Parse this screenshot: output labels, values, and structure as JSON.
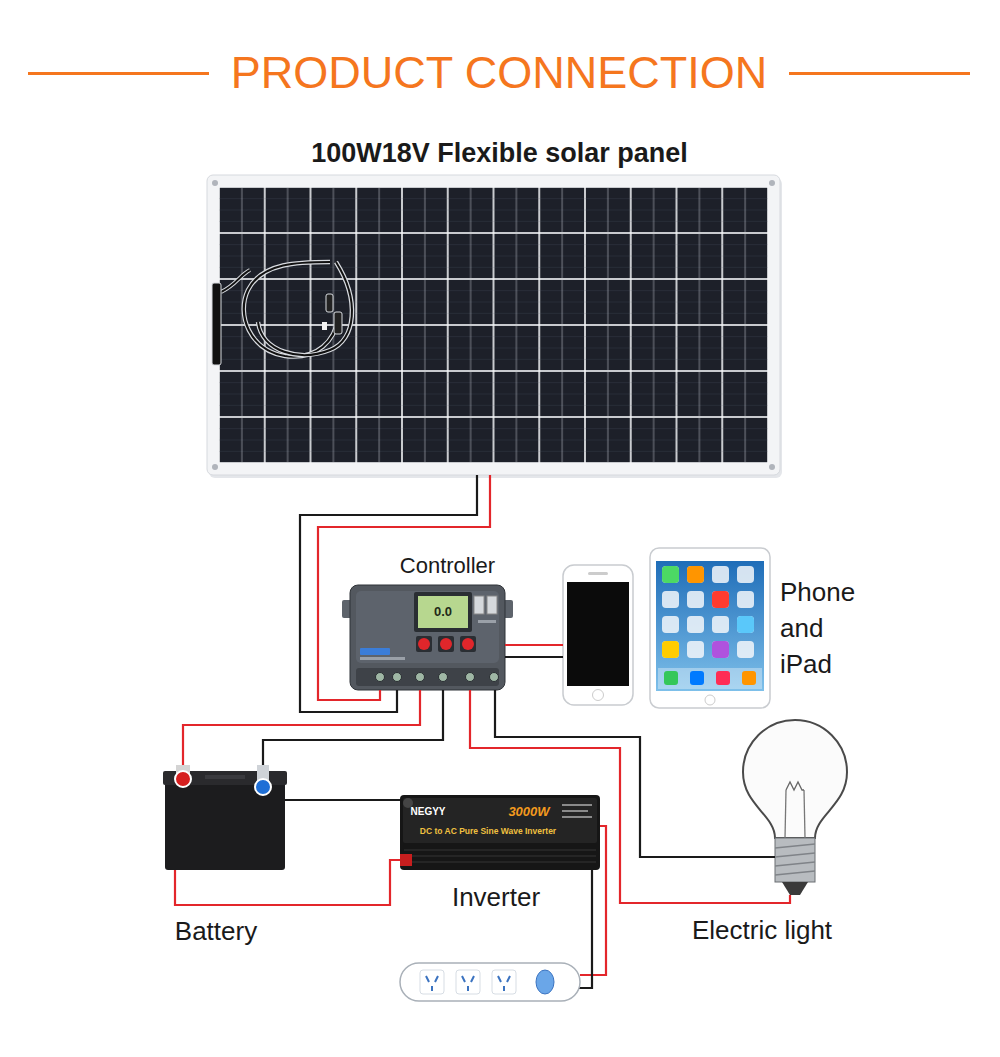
{
  "diagram": {
    "title": "PRODUCT CONNECTION",
    "nodes": [
      {
        "text": [
          "100W18V Flexible solar panel"
        ]
      },
      {
        "text": [
          "Controller"
        ]
      },
      {
        "text": [
          "Phone and iPad"
        ]
      },
      {
        "text": [
          "Battery"
        ]
      },
      {
        "text": [
          "Inverter"
        ]
      },
      {
        "text": [
          "Electric light"
        ]
      }
    ],
    "edges": [
      {
        "from": 0,
        "to": 1,
        "arrow": "none"
      },
      {
        "from": 1,
        "to": 2,
        "arrow": "none"
      },
      {
        "from": 1,
        "to": 3,
        "arrow": "none"
      },
      {
        "from": 3,
        "to": 4,
        "arrow": "none"
      },
      {
        "from": 1,
        "to": 5,
        "arrow": "none"
      }
    ],
    "labels": [
      "0.0",
      "NEGYY",
      "3000W",
      "DC to AC Pure Sine Wave Inverter"
    ]
  }
}
